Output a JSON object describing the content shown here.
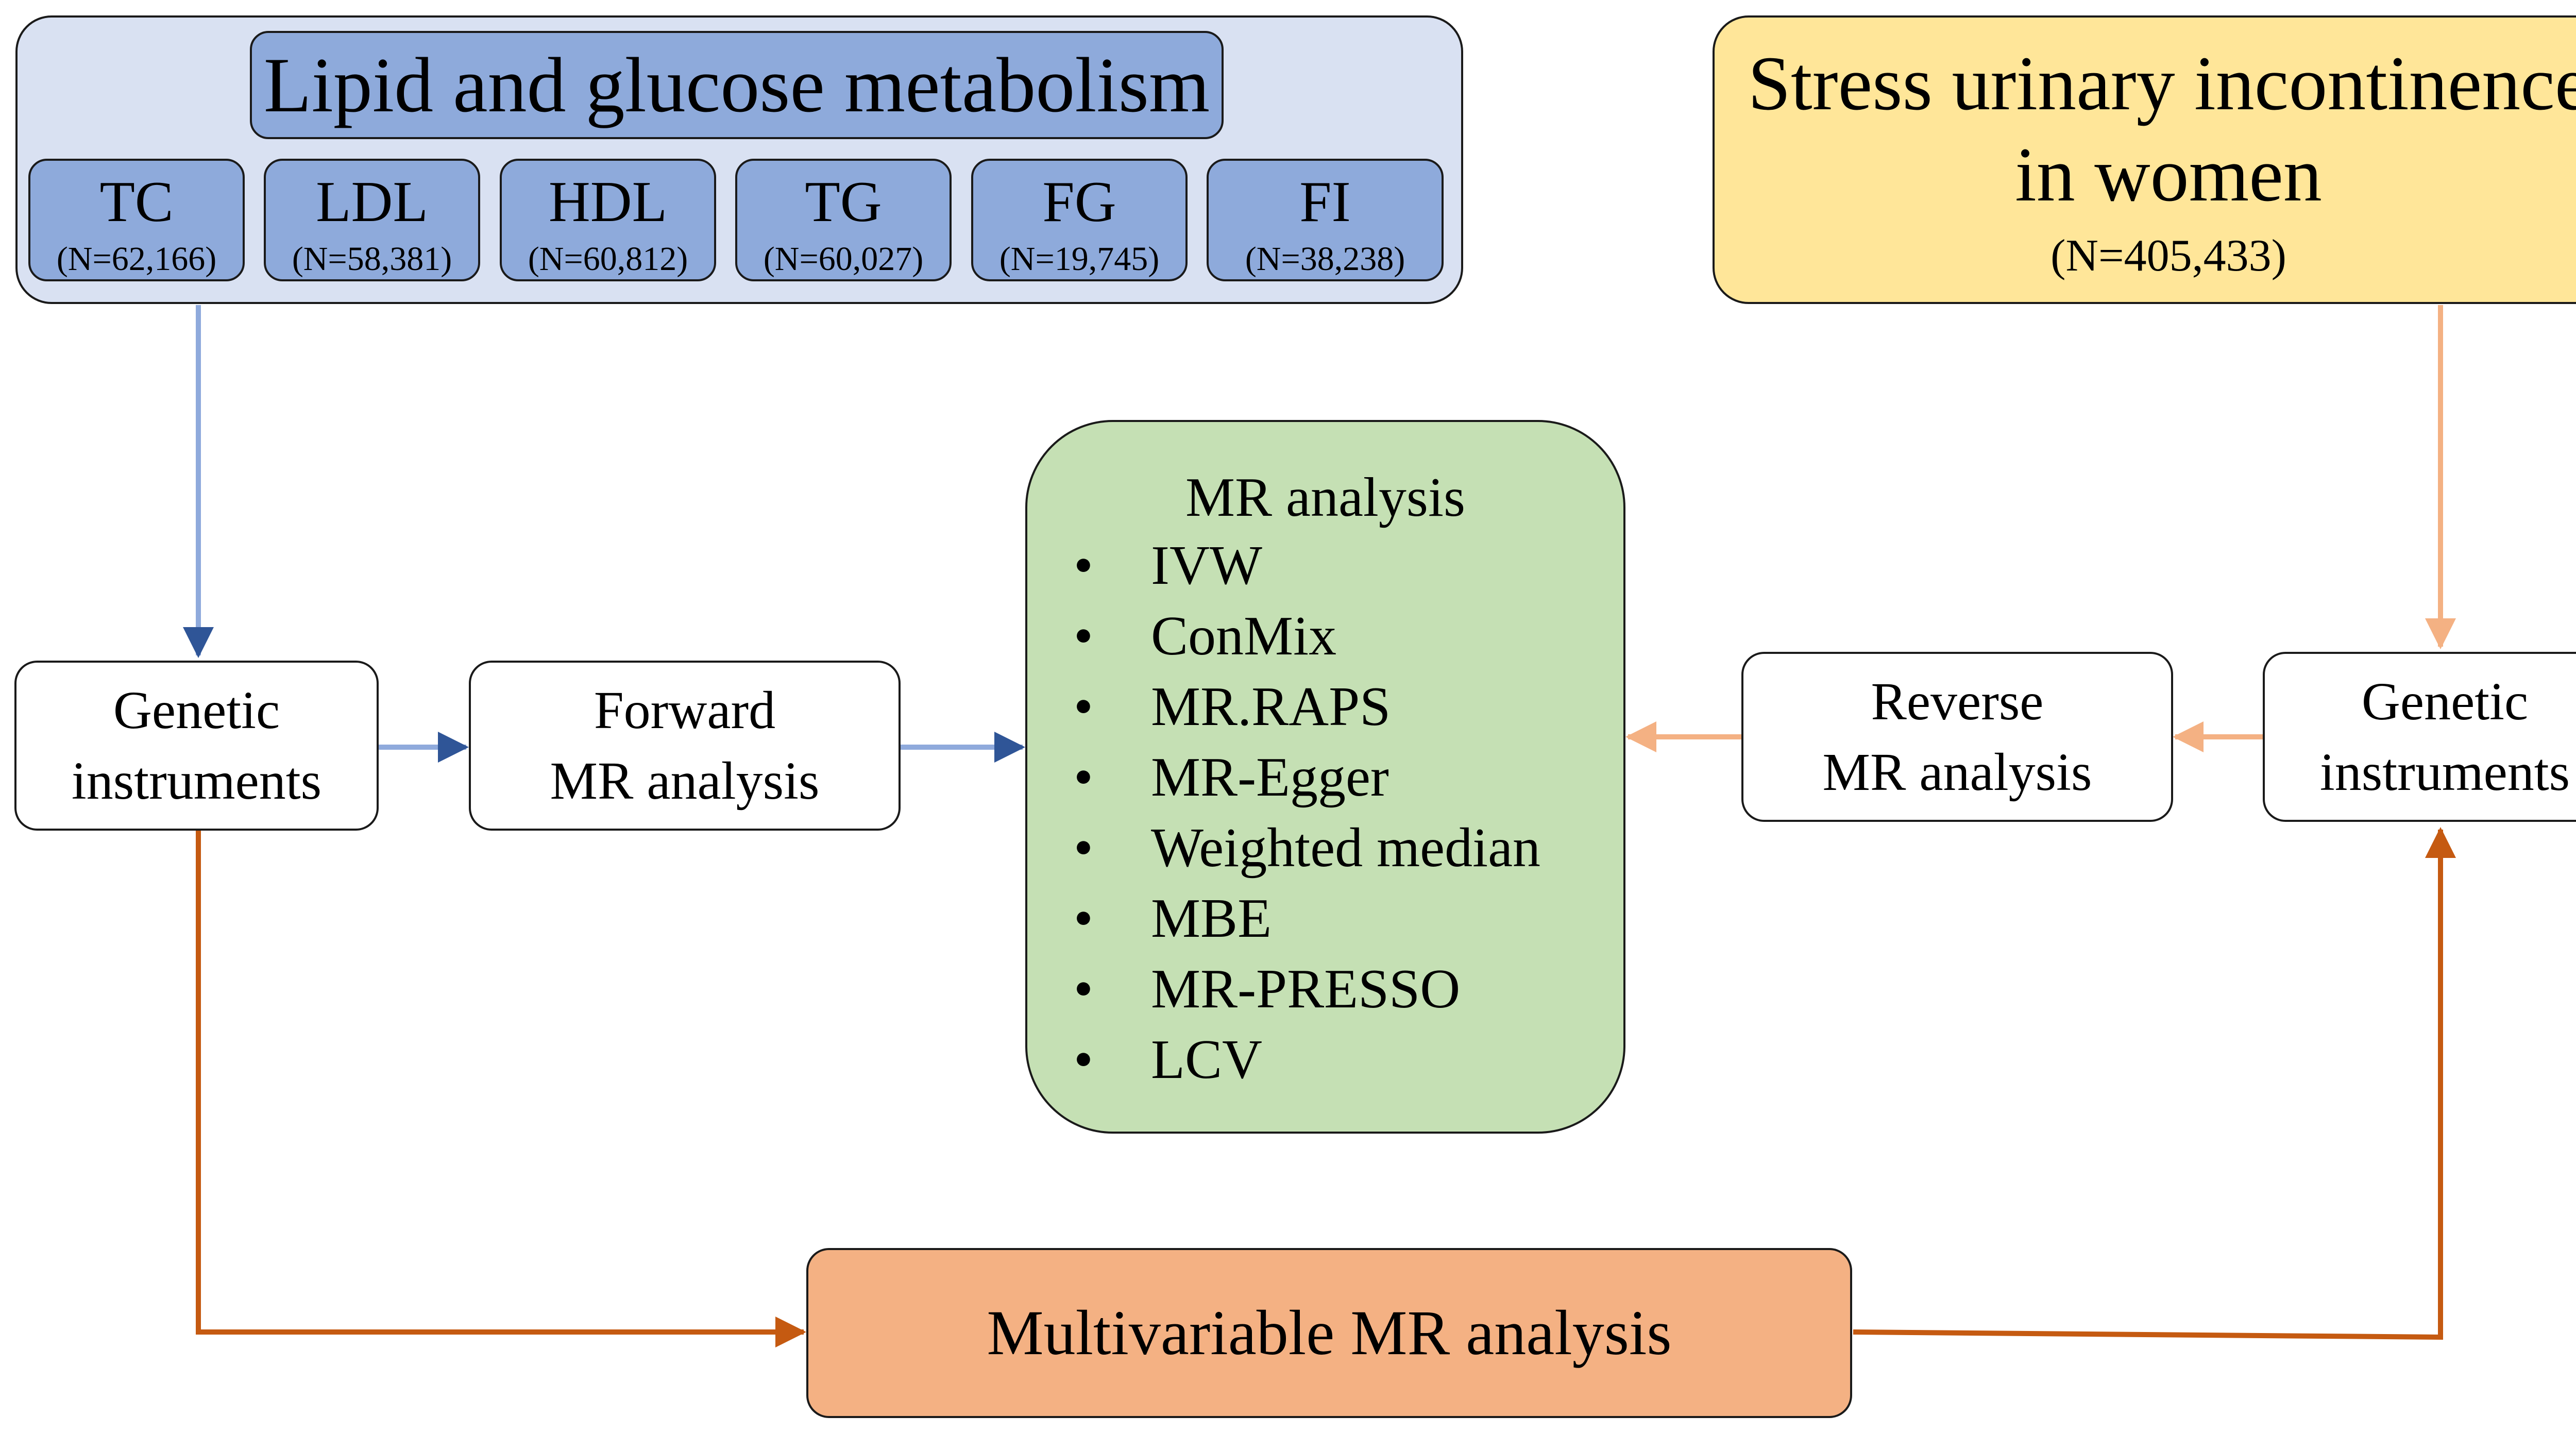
{
  "exposure_panel": {
    "title": "Lipid and glucose metabolism",
    "traits": [
      {
        "abbr": "TC",
        "n": "(N=62,166)"
      },
      {
        "abbr": "LDL",
        "n": "(N=58,381)"
      },
      {
        "abbr": "HDL",
        "n": "(N=60,812)"
      },
      {
        "abbr": "TG",
        "n": "(N=60,027)"
      },
      {
        "abbr": "FG",
        "n": "(N=19,745)"
      },
      {
        "abbr": "FI",
        "n": "(N=38,238)"
      }
    ]
  },
  "outcome_panel": {
    "title_line1": "Stress urinary incontinence",
    "title_line2": "in women",
    "n": "(N=405,433)"
  },
  "left_instruments": {
    "line1": "Genetic",
    "line2": "instruments"
  },
  "forward_box": {
    "line1": "Forward",
    "line2": "MR analysis"
  },
  "mr_analysis": {
    "title": "MR analysis",
    "bullet": "•",
    "methods": [
      "IVW",
      "ConMix",
      "MR.RAPS",
      "MR-Egger",
      "Weighted median",
      "MBE",
      "MR-PRESSO",
      "LCV"
    ]
  },
  "reverse_box": {
    "line1": "Reverse",
    "line2": "MR analysis"
  },
  "right_instruments": {
    "line1": "Genetic",
    "line2": "instruments"
  },
  "multivariable_box": {
    "label": "Multivariable MR analysis"
  },
  "colors": {
    "exposure_panel_fill": "#d9e1f2",
    "trait_fill": "#8eaadb",
    "outcome_fill": "#ffe699",
    "mr_analysis_fill": "#c5e0b4",
    "multivariable_fill": "#f4b183",
    "forward_arrow": "#2f5597",
    "forward_line": "#8faadc",
    "reverse_arrow": "#f4b183",
    "multivariable_arrow": "#c55a11"
  }
}
